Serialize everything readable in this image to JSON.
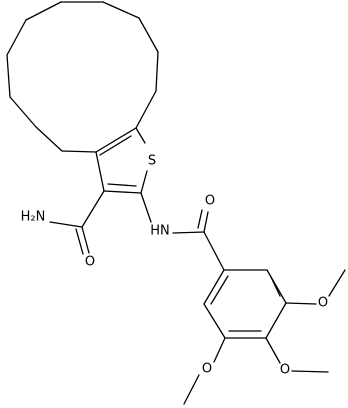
{
  "molecule": {
    "atoms": {
      "S": "S",
      "O_amide": "O",
      "NH2": "H₂N",
      "NH": "HN",
      "O_benzoyl": "O",
      "O_methoxy_3": "O",
      "O_methoxy_4": "O",
      "O_methoxy_5": "O"
    }
  }
}
